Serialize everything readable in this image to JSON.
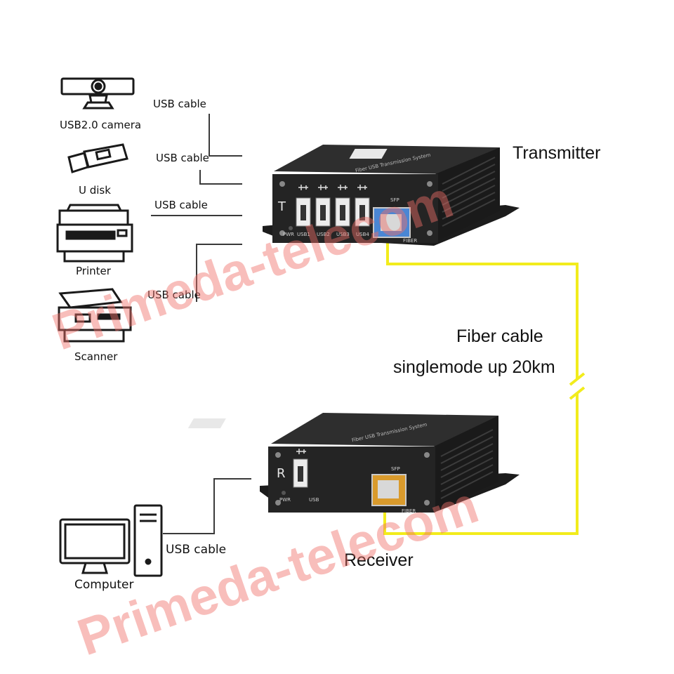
{
  "devices": {
    "camera": "USB2.0 camera",
    "udisk": "U disk",
    "printer": "Printer",
    "scanner": "Scanner",
    "computer": "Computer"
  },
  "cables": {
    "usb": [
      "USB cable",
      "USB cable",
      "USB cable",
      "USB cable",
      "USB cable"
    ],
    "fiber_title": "Fiber cable",
    "fiber_spec": "singlemode up 20km"
  },
  "units": {
    "transmitter": "Transmitter",
    "receiver": "Receiver",
    "tx_letter": "T",
    "rx_letter": "R",
    "tx_ports": [
      "USB1",
      "USB2",
      "USB3",
      "USB4"
    ],
    "rx_port": "USB",
    "pwr": "PWR",
    "sfp": "SFP",
    "fiber": "FIBER",
    "top_text": "Fiber USB Transmission System"
  },
  "watermark": "Primeda-telecom",
  "colors": {
    "fiber_line": "#f2ec1c",
    "case": "#1e1e1e",
    "watermark": "#f06e69"
  }
}
